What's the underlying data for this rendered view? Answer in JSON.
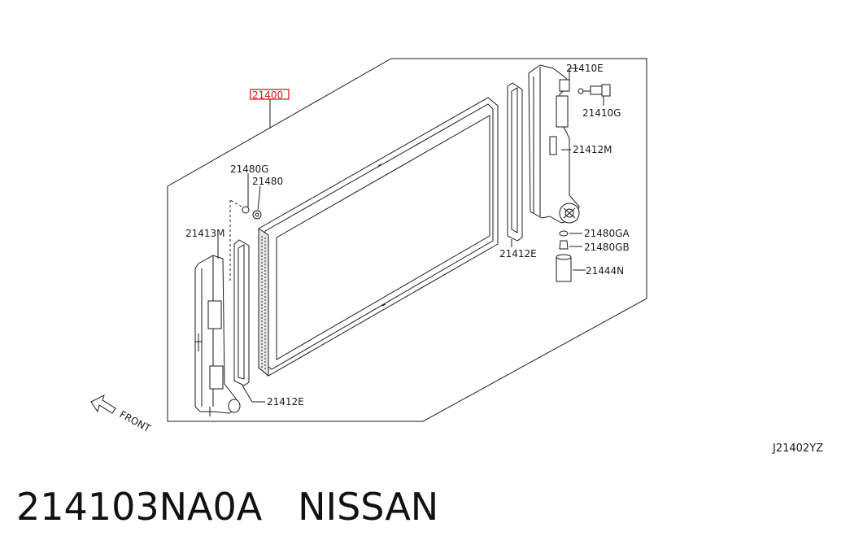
{
  "diagram": {
    "labels": {
      "main": "21400",
      "p21410E": "21410E",
      "p21410G": "21410G",
      "p21412M": "21412M",
      "p21480G": "21480G",
      "p21480": "21480",
      "p21413M": "21413M",
      "p21412E_right": "21412E",
      "p21412E_left": "21412E",
      "p21480GA": "21480GA",
      "p21480GB": "21480GB",
      "p21444N": "21444N",
      "front": "FRONT"
    },
    "highlight_color": "#e0191e",
    "ref_code": "J21402YZ"
  },
  "footer": {
    "part_number": "214103NA0A",
    "brand": "NISSAN"
  }
}
